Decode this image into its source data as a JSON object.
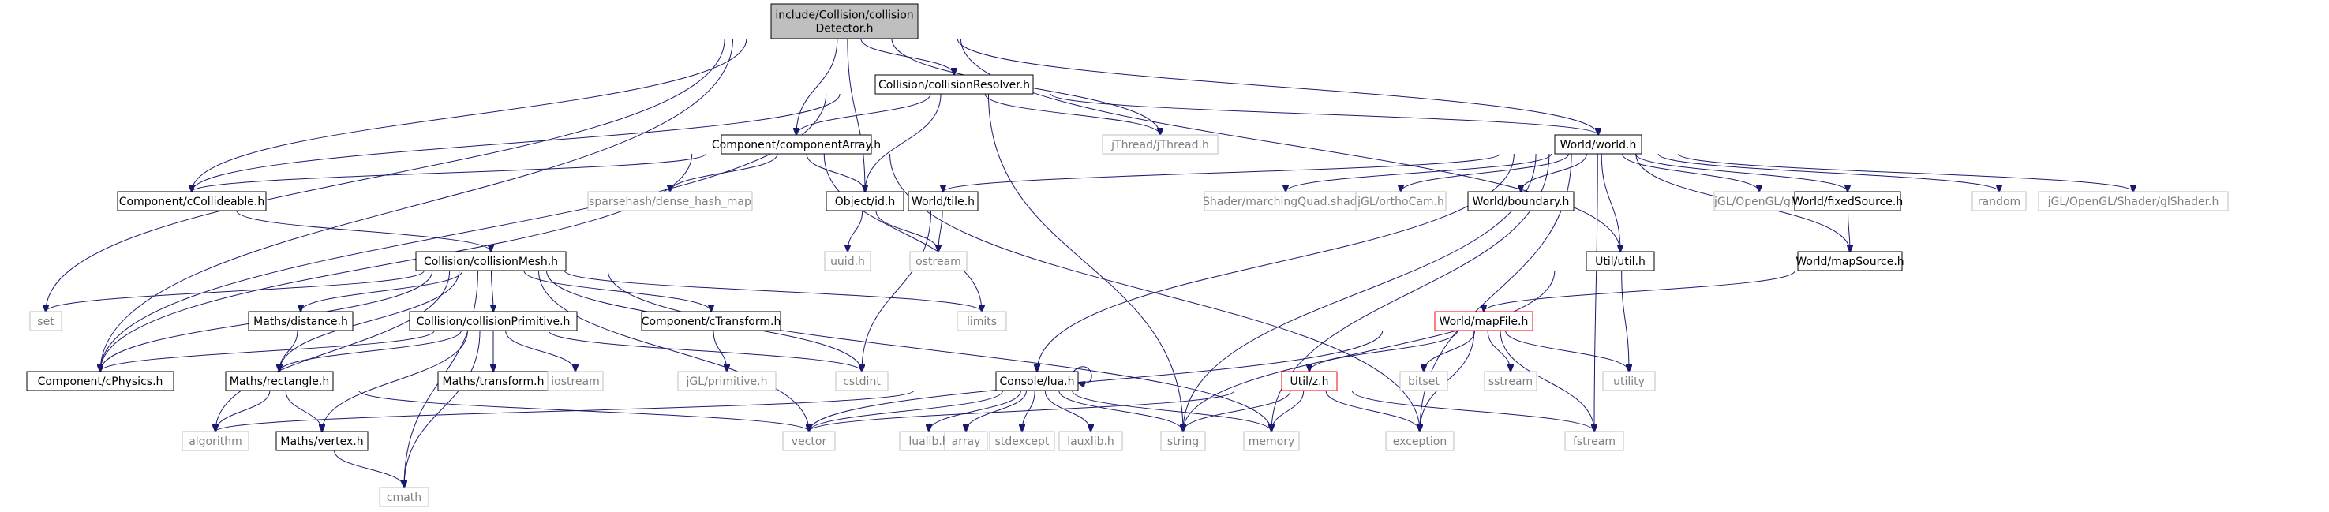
{
  "colors": {
    "edge": "#191970",
    "root_fill": "#bfbfbf",
    "local_border": "#000000",
    "system_border": "#bfbfbf",
    "system_text": "#7f7f7f",
    "highlight_border": "#ff0000"
  },
  "nodes": [
    {
      "id": "root",
      "lines": [
        "include/Collision/collision",
        "Detector.h"
      ],
      "kind": "root"
    },
    {
      "id": "collisionResolver",
      "lines": [
        "Collision/collisionResolver.h"
      ],
      "kind": "local"
    },
    {
      "id": "componentArray",
      "lines": [
        "Component/componentArray.h"
      ],
      "kind": "local"
    },
    {
      "id": "worldH",
      "lines": [
        "World/world.h"
      ],
      "kind": "local"
    },
    {
      "id": "jthread",
      "lines": [
        "jThread/jThread.h"
      ],
      "kind": "system"
    },
    {
      "id": "cCollideable",
      "lines": [
        "Component/cCollideable.h"
      ],
      "kind": "local"
    },
    {
      "id": "sparsehash",
      "lines": [
        "sparsehash/dense_hash_map"
      ],
      "kind": "system"
    },
    {
      "id": "objectId",
      "lines": [
        "Object/id.h"
      ],
      "kind": "local"
    },
    {
      "id": "worldTile",
      "lines": [
        "World/tile.h"
      ],
      "kind": "local"
    },
    {
      "id": "marchingQuad",
      "lines": [
        "Shader/marchingQuad.shader"
      ],
      "kind": "system"
    },
    {
      "id": "orthoCam",
      "lines": [
        "jGL/orthoCam.h"
      ],
      "kind": "system"
    },
    {
      "id": "boundary",
      "lines": [
        "World/boundary.h"
      ],
      "kind": "local"
    },
    {
      "id": "openglgl",
      "lines": [
        "jGL/OpenGL/gl.h"
      ],
      "kind": "system"
    },
    {
      "id": "fixedSource",
      "lines": [
        "World/fixedSource.h"
      ],
      "kind": "local"
    },
    {
      "id": "random",
      "lines": [
        "random"
      ],
      "kind": "system"
    },
    {
      "id": "glShader",
      "lines": [
        "jGL/OpenGL/Shader/glShader.h"
      ],
      "kind": "system"
    },
    {
      "id": "collisionMesh",
      "lines": [
        "Collision/collisionMesh.h"
      ],
      "kind": "local"
    },
    {
      "id": "uuid",
      "lines": [
        "uuid.h"
      ],
      "kind": "system"
    },
    {
      "id": "ostream",
      "lines": [
        "ostream"
      ],
      "kind": "system"
    },
    {
      "id": "utilH",
      "lines": [
        "Util/util.h"
      ],
      "kind": "local"
    },
    {
      "id": "mapSource",
      "lines": [
        "World/mapSource.h"
      ],
      "kind": "local"
    },
    {
      "id": "set",
      "lines": [
        "set"
      ],
      "kind": "system"
    },
    {
      "id": "distance",
      "lines": [
        "Maths/distance.h"
      ],
      "kind": "local"
    },
    {
      "id": "collisionPrimitive",
      "lines": [
        "Collision/collisionPrimitive.h"
      ],
      "kind": "local"
    },
    {
      "id": "cTransform",
      "lines": [
        "Component/cTransform.h"
      ],
      "kind": "local"
    },
    {
      "id": "limits",
      "lines": [
        "limits"
      ],
      "kind": "system"
    },
    {
      "id": "mapFile",
      "lines": [
        "World/mapFile.h"
      ],
      "kind": "highlight"
    },
    {
      "id": "cPhysics",
      "lines": [
        "Component/cPhysics.h"
      ],
      "kind": "local"
    },
    {
      "id": "rectangle",
      "lines": [
        "Maths/rectangle.h"
      ],
      "kind": "local"
    },
    {
      "id": "transform",
      "lines": [
        "Maths/transform.h"
      ],
      "kind": "local"
    },
    {
      "id": "iostream",
      "lines": [
        "iostream"
      ],
      "kind": "system"
    },
    {
      "id": "jglPrimitive",
      "lines": [
        "jGL/primitive.h"
      ],
      "kind": "system"
    },
    {
      "id": "cstdint",
      "lines": [
        "cstdint"
      ],
      "kind": "system"
    },
    {
      "id": "consoleLua",
      "lines": [
        "Console/lua.h"
      ],
      "kind": "local"
    },
    {
      "id": "utilZ",
      "lines": [
        "Util/z.h"
      ],
      "kind": "highlight"
    },
    {
      "id": "bitset",
      "lines": [
        "bitset"
      ],
      "kind": "system"
    },
    {
      "id": "sstream",
      "lines": [
        "sstream"
      ],
      "kind": "system"
    },
    {
      "id": "utility",
      "lines": [
        "utility"
      ],
      "kind": "system"
    },
    {
      "id": "algorithm",
      "lines": [
        "algorithm"
      ],
      "kind": "system"
    },
    {
      "id": "vertex",
      "lines": [
        "Maths/vertex.h"
      ],
      "kind": "local"
    },
    {
      "id": "vector",
      "lines": [
        "vector"
      ],
      "kind": "system"
    },
    {
      "id": "lualib",
      "lines": [
        "lualib.h"
      ],
      "kind": "system"
    },
    {
      "id": "array",
      "lines": [
        "array"
      ],
      "kind": "system"
    },
    {
      "id": "stdexcept",
      "lines": [
        "stdexcept"
      ],
      "kind": "system"
    },
    {
      "id": "lauxlib",
      "lines": [
        "lauxlib.h"
      ],
      "kind": "system"
    },
    {
      "id": "string",
      "lines": [
        "string"
      ],
      "kind": "system"
    },
    {
      "id": "memory",
      "lines": [
        "memory"
      ],
      "kind": "system"
    },
    {
      "id": "exception",
      "lines": [
        "exception"
      ],
      "kind": "system"
    },
    {
      "id": "fstream",
      "lines": [
        "fstream"
      ],
      "kind": "system"
    },
    {
      "id": "cmath",
      "lines": [
        "cmath"
      ],
      "kind": "system"
    }
  ],
  "edges": [
    [
      "root",
      "collisionResolver"
    ],
    [
      "root",
      "componentArray"
    ],
    [
      "root",
      "worldH"
    ],
    [
      "root",
      "jthread"
    ],
    [
      "root",
      "cCollideable"
    ],
    [
      "root",
      "objectId"
    ],
    [
      "root",
      "set"
    ],
    [
      "root",
      "cPhysics"
    ],
    [
      "root",
      "utilH"
    ],
    [
      "collisionResolver",
      "componentArray"
    ],
    [
      "collisionResolver",
      "worldH"
    ],
    [
      "collisionResolver",
      "jthread"
    ],
    [
      "collisionResolver",
      "cCollideable"
    ],
    [
      "collisionResolver",
      "objectId"
    ],
    [
      "collisionResolver",
      "cPhysics"
    ],
    [
      "collisionResolver",
      "string"
    ],
    [
      "componentArray",
      "cCollideable"
    ],
    [
      "componentArray",
      "sparsehash"
    ],
    [
      "componentArray",
      "objectId"
    ],
    [
      "componentArray",
      "cPhysics"
    ],
    [
      "componentArray",
      "limits"
    ],
    [
      "componentArray",
      "exception"
    ],
    [
      "worldH",
      "worldTile"
    ],
    [
      "worldH",
      "marchingQuad"
    ],
    [
      "worldH",
      "orthoCam"
    ],
    [
      "worldH",
      "boundary"
    ],
    [
      "worldH",
      "openglgl"
    ],
    [
      "worldH",
      "fixedSource"
    ],
    [
      "worldH",
      "random"
    ],
    [
      "worldH",
      "glShader"
    ],
    [
      "worldH",
      "utilH"
    ],
    [
      "worldH",
      "mapSource"
    ],
    [
      "worldH",
      "consoleLua"
    ],
    [
      "worldH",
      "string"
    ],
    [
      "worldH",
      "memory"
    ],
    [
      "worldH",
      "exception"
    ],
    [
      "worldH",
      "fstream"
    ],
    [
      "cCollideable",
      "collisionMesh"
    ],
    [
      "objectId",
      "uuid"
    ],
    [
      "objectId",
      "ostream"
    ],
    [
      "worldTile",
      "ostream"
    ],
    [
      "worldTile",
      "cstdint"
    ],
    [
      "fixedSource",
      "mapSource"
    ],
    [
      "mapSource",
      "mapFile"
    ],
    [
      "utilH",
      "string"
    ],
    [
      "utilH",
      "utility"
    ],
    [
      "collisionMesh",
      "set"
    ],
    [
      "collisionMesh",
      "distance"
    ],
    [
      "collisionMesh",
      "collisionPrimitive"
    ],
    [
      "collisionMesh",
      "cTransform"
    ],
    [
      "collisionMesh",
      "limits"
    ],
    [
      "collisionMesh",
      "cPhysics"
    ],
    [
      "collisionMesh",
      "rectangle"
    ],
    [
      "collisionMesh",
      "cstdint"
    ],
    [
      "collisionMesh",
      "algorithm"
    ],
    [
      "collisionMesh",
      "vector"
    ],
    [
      "collisionMesh",
      "memory"
    ],
    [
      "collisionMesh",
      "cmath"
    ],
    [
      "distance",
      "rectangle"
    ],
    [
      "collisionPrimitive",
      "cPhysics"
    ],
    [
      "collisionPrimitive",
      "rectangle"
    ],
    [
      "collisionPrimitive",
      "transform"
    ],
    [
      "collisionPrimitive",
      "iostream"
    ],
    [
      "collisionPrimitive",
      "cstdint"
    ],
    [
      "collisionPrimitive",
      "vertex"
    ],
    [
      "collisionPrimitive",
      "cmath"
    ],
    [
      "cTransform",
      "jglPrimitive"
    ],
    [
      "mapFile",
      "utilZ"
    ],
    [
      "mapFile",
      "bitset"
    ],
    [
      "mapFile",
      "sstream"
    ],
    [
      "mapFile",
      "utility"
    ],
    [
      "mapFile",
      "vector"
    ],
    [
      "mapFile",
      "exception"
    ],
    [
      "mapFile",
      "fstream"
    ],
    [
      "rectangle",
      "algorithm"
    ],
    [
      "rectangle",
      "vertex"
    ],
    [
      "rectangle",
      "vector"
    ],
    [
      "vertex",
      "cmath"
    ],
    [
      "consoleLua",
      "consoleLua"
    ],
    [
      "consoleLua",
      "algorithm"
    ],
    [
      "consoleLua",
      "vector"
    ],
    [
      "consoleLua",
      "lualib"
    ],
    [
      "consoleLua",
      "array"
    ],
    [
      "consoleLua",
      "stdexcept"
    ],
    [
      "consoleLua",
      "lauxlib"
    ],
    [
      "consoleLua",
      "string"
    ],
    [
      "consoleLua",
      "memory"
    ],
    [
      "utilZ",
      "vector"
    ],
    [
      "utilZ",
      "string"
    ],
    [
      "utilZ",
      "memory"
    ],
    [
      "utilZ",
      "exception"
    ],
    [
      "utilZ",
      "fstream"
    ]
  ]
}
